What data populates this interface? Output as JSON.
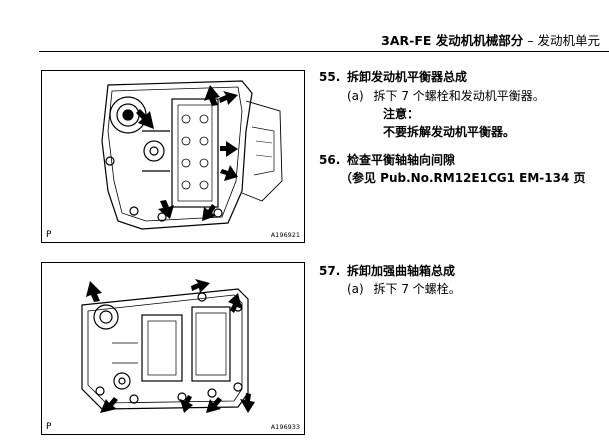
{
  "header": {
    "title_bold": "3AR-FE 发动机机械部分",
    "separator": " – ",
    "title_normal": "发动机单元"
  },
  "figures": [
    {
      "corner_label": "P",
      "image_id": "A196921"
    },
    {
      "corner_label": "P",
      "image_id": "A196933"
    }
  ],
  "steps": [
    {
      "number": "55.",
      "title": "拆卸发动机平衡器总成",
      "substep_marker": "(a)",
      "substep_text": "拆下 7 个螺栓和发动机平衡器。",
      "note_label": "注意：",
      "note_text": "不要拆解发动机平衡器。"
    },
    {
      "number": "56.",
      "title": "检查平衡轴轴向间隙",
      "reference": "（参见 Pub.No.RM12E1CG1 EM-134 页"
    },
    {
      "number": "57.",
      "title": "拆卸加强曲轴箱总成",
      "substep_marker": "(a)",
      "substep_text": "拆下 7 个螺栓。"
    }
  ]
}
